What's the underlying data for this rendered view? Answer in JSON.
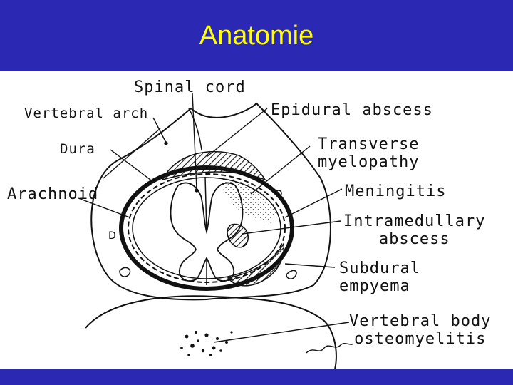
{
  "header": {
    "title": "Anatomie"
  },
  "labels": {
    "spinal_cord": "Spinal cord",
    "vertebral_arch": "Vertebral arch",
    "dura": "Dura",
    "arachnoid": "Arachnoid",
    "epidural_abscess": "Epidural abscess",
    "transverse_line1": "Transverse",
    "transverse_line2": "myelopathy",
    "meningitis": "Meningitis",
    "intramedullary_line1": "Intramedullary",
    "intramedullary_line2": "abscess",
    "subdural_line1": "Subdural",
    "subdural_line2": "empyema",
    "vertebral_body_line1": "Vertebral body",
    "vertebral_body_line2": "osteomyelitis"
  },
  "colors": {
    "bar": "#2b28b3",
    "title": "#ffff00",
    "ink": "#111111"
  }
}
